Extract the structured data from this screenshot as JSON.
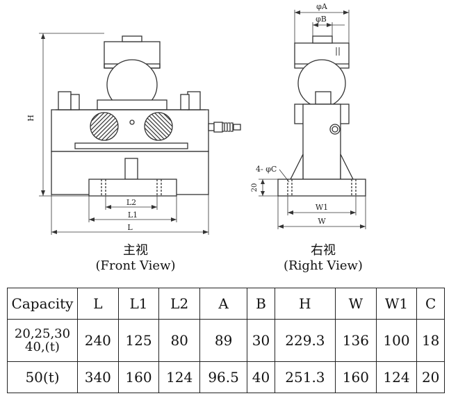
{
  "captions": {
    "front_cn": "主视",
    "front_en": "(Front View)",
    "right_cn": "右视",
    "right_en": "(Right View)"
  },
  "dimension_labels": {
    "H": "H",
    "L": "L",
    "L1": "L1",
    "L2": "L2",
    "A": "φA",
    "B": "φB",
    "C": "4- φC",
    "W": "W",
    "W1": "W1",
    "twenty": "20"
  },
  "table": {
    "headers": [
      "Capacity",
      "L",
      "L1",
      "L2",
      "A",
      "B",
      "H",
      "W",
      "W1",
      "C"
    ],
    "rows": [
      {
        "capacity_line1": "20,25,30",
        "capacity_line2": "40,(t)",
        "values": [
          "240",
          "125",
          "80",
          "89",
          "30",
          "229.3",
          "136",
          "100",
          "18"
        ]
      },
      {
        "capacity_line1": "50(t)",
        "capacity_line2": "",
        "values": [
          "340",
          "160",
          "124",
          "96.5",
          "40",
          "251.3",
          "160",
          "124",
          "20"
        ]
      }
    ]
  }
}
